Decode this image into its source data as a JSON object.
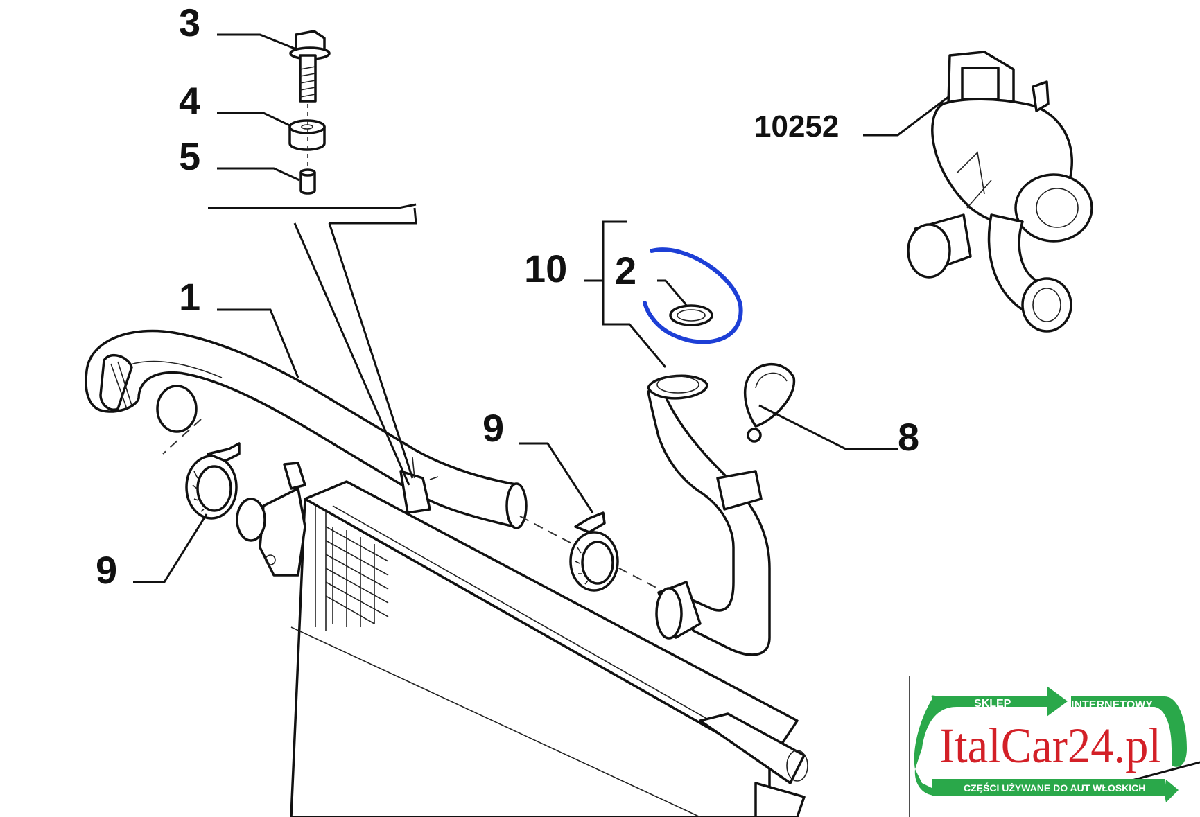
{
  "callouts": {
    "c1": "1",
    "c2": "2",
    "c3": "3",
    "c4": "4",
    "c5": "5",
    "c8": "8",
    "c9a": "9",
    "c9b": "9",
    "c10": "10",
    "c10252": "10252"
  },
  "logo": {
    "top_left": "SKLEP",
    "top_right": "INTERNETOWY",
    "name": "ItalCar24.pl",
    "bottom": "CZĘŚCI UŻYWANE DO AUT WŁOSKICH",
    "colors": {
      "green": "#2aa84a",
      "red": "#d32027"
    }
  },
  "highlight": {
    "color": "#1d3fd6",
    "marks": "2"
  }
}
